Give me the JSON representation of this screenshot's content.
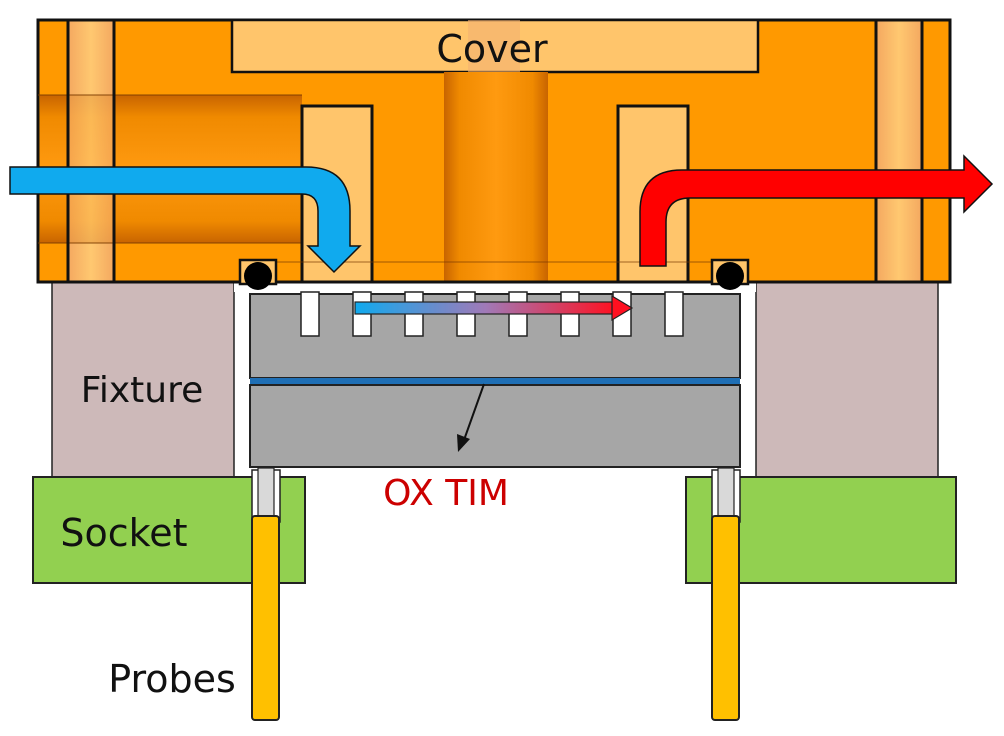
{
  "diagram": {
    "title": "Liquid-cooled test fixture cross-section",
    "labels": {
      "cover": "Cover",
      "fixture": "Fixture",
      "socket": "Socket",
      "probes": "Probes",
      "tim": "OX TIM"
    },
    "colors": {
      "cover_orange": "#FF9900",
      "cover_light": "#FFC56B",
      "cover_dark": "#E07800",
      "coolant_in": "#10AAEE",
      "coolant_out": "#FF0000",
      "fixture": "#CDB9B9",
      "socket": "#92D050",
      "probe": "#FFC000",
      "probe_tip": "#D9D9D9",
      "device": "#A6A6A6",
      "tim_layer": "#1F6FB5",
      "tim_label": "#CC0000",
      "outline": "#111111"
    },
    "flows": {
      "inlet": "coolant-in (cold)",
      "outlet": "coolant-out (hot)",
      "channel": "cold-to-hot across cold plate fins"
    },
    "fin_count": 8
  }
}
